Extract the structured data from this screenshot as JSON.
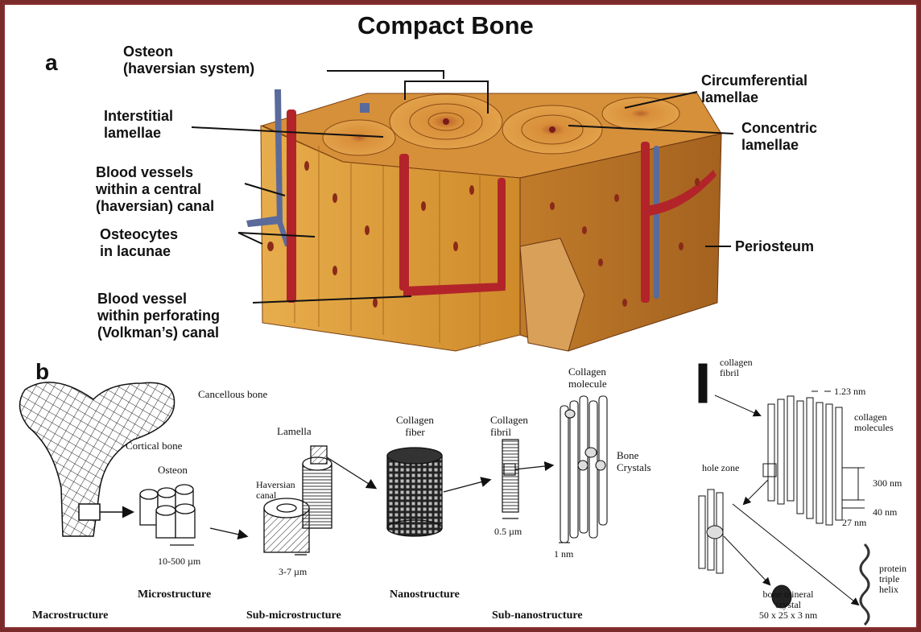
{
  "title": "Compact Bone",
  "panel_a": {
    "letter": "a",
    "labels": {
      "osteon_1": "Osteon",
      "osteon_2": "(haversian system)",
      "interstitial_1": "Interstitial",
      "interstitial_2": "lamellae",
      "blood_central_1": "Blood vessels",
      "blood_central_2": "within a central",
      "blood_central_3": "(haversian) canal",
      "osteocytes_1": "Osteocytes",
      "osteocytes_2": "in lacunae",
      "perforating_1": "Blood vessel",
      "perforating_2": "within perforating",
      "perforating_3": "(Volkman’s) canal",
      "circumferential_1": "Circumferential",
      "circumferential_2": "lamellae",
      "concentric_1": "Concentric",
      "concentric_2": "lamellae",
      "periosteum": "Periosteum"
    }
  },
  "panel_b": {
    "letter": "b",
    "labels": {
      "cancellous": "Cancellous bone",
      "cortical": "Cortical bone",
      "osteon": "Osteon",
      "osteon_size": "10-500 µm",
      "lamella": "Lamella",
      "haversian_1": "Haversian",
      "haversian_2": "canal",
      "lamella_size": "3-7 µm",
      "fiber_1": "Collagen",
      "fiber_2": "fiber",
      "fibril_1": "Collagen",
      "fibril_2": "fibril",
      "fibril_size": "0.5 µm",
      "molecule_1": "Collagen",
      "molecule_2": "molecule",
      "crystals_1": "Bone",
      "crystals_2": "Crystals",
      "molecule_size": "1 nm",
      "r_fibril_1": "collagen",
      "r_fibril_2": "fibril",
      "spacing": "1.23 nm",
      "r_molecules_1": "collagen",
      "r_molecules_2": "molecules",
      "hole_zone": "hole zone",
      "d300": "300 nm",
      "d40": "40 nm",
      "d27": "27 nm",
      "helix_1": "protein",
      "helix_2": "triple",
      "helix_3": "helix",
      "mineral_1": "bone mineral",
      "mineral_2": "crystal",
      "mineral_3": "50 x 25 x 3 nm"
    },
    "scale_tiers": {
      "macro": "Macrostructure",
      "micro": "Microstructure",
      "submicro": "Sub-microstructure",
      "nano": "Nanostructure",
      "subnano": "Sub-nanostructure"
    }
  },
  "colors": {
    "frame": "#8a2c2c",
    "bone": "#d9952f",
    "bone_light": "#eab65a",
    "vessel_red": "#b2242a",
    "vessel_blue": "#5a6a9a"
  }
}
